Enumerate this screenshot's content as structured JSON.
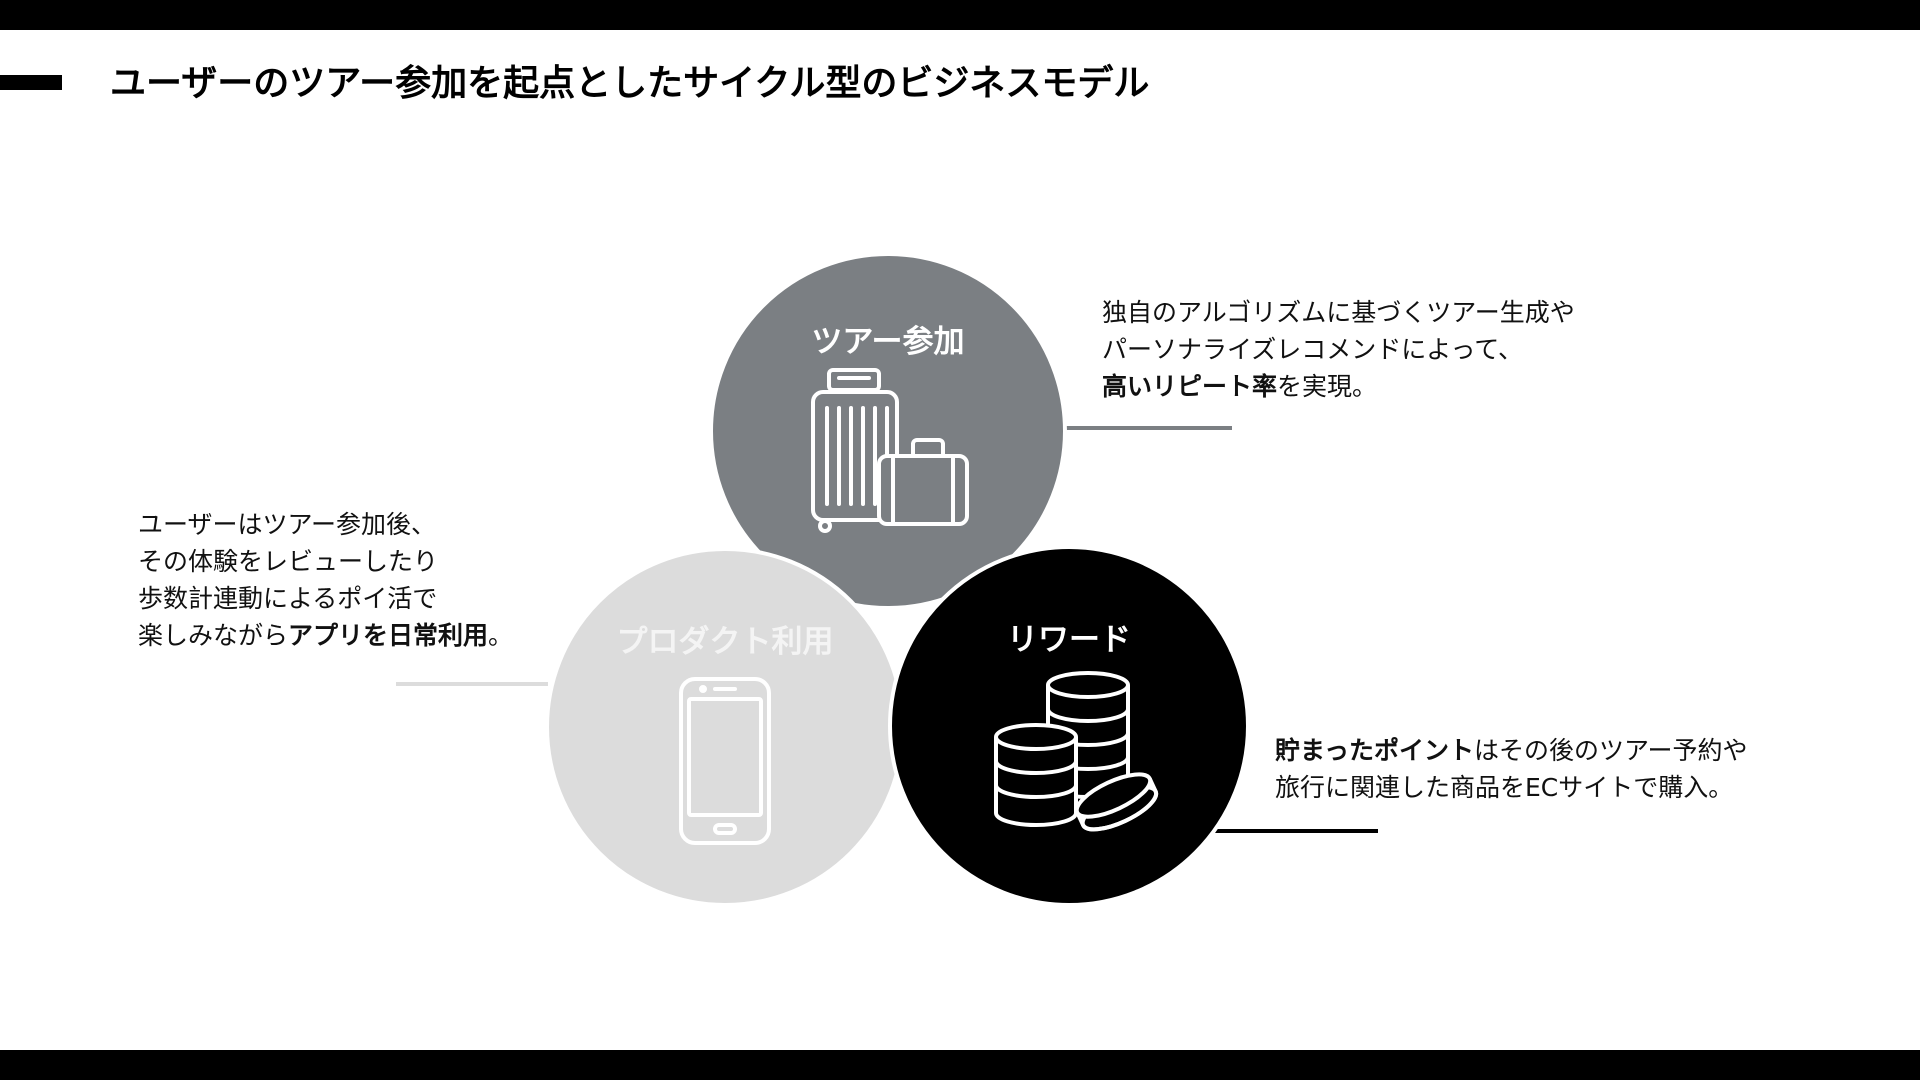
{
  "title": "ユーザーのツアー参加を起点としたサイクル型のビジネスモデル",
  "colors": {
    "tour": "#7b7f83",
    "product": "#dcdcdc",
    "reward": "#000000"
  },
  "circles": {
    "tour": {
      "label": "ツアー参加",
      "icon": "luggage-icon"
    },
    "product": {
      "label": "プロダクト利用",
      "icon": "smartphone-icon"
    },
    "reward": {
      "label": "リワード",
      "icon": "coins-icon"
    }
  },
  "descriptions": {
    "tour": {
      "line1": "独自のアルゴリズムに基づくツアー生成や",
      "line2": "パーソナライズレコメンドによって、",
      "line3_bold": "高いリピート率",
      "line3_rest": "を実現。"
    },
    "product": {
      "line1": "ユーザーはツアー参加後、",
      "line2": "その体験をレビューしたり",
      "line3": "歩数計連動によるポイ活で",
      "line4_plain": "楽しみながら",
      "line4_bold": "アプリを日常利用",
      "line4_end": "。"
    },
    "reward": {
      "line1_bold": "貯まったポイント",
      "line1_rest": "はその後のツアー予約や",
      "line2": "旅行に関連した商品をECサイトで購入。"
    }
  }
}
